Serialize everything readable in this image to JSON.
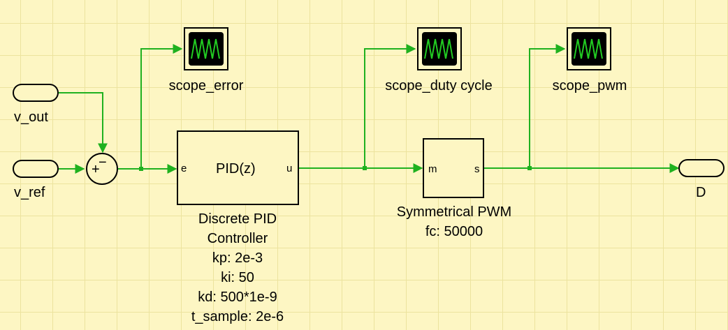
{
  "inputs": {
    "v_out": "v_out",
    "v_ref": "v_ref"
  },
  "sum": {
    "plus": "+",
    "minus": "−"
  },
  "pid": {
    "title": "PID(z)",
    "port_in": "e",
    "port_out": "u",
    "name_line1": "Discrete PID",
    "name_line2": "Controller",
    "param_kp": "kp: 2e-3",
    "param_ki": "ki: 50",
    "param_kd": "kd: 500*1e-9",
    "param_ts": "t_sample: 2e-6"
  },
  "pwm": {
    "port_in": "m",
    "port_out": "s",
    "name": "Symmetrical PWM",
    "param_fc": "fc: 50000"
  },
  "scopes": {
    "error": "scope_error",
    "duty": "scope_duty cycle",
    "pwm": "scope_pwm"
  },
  "output": {
    "D": "D"
  },
  "colors": {
    "background": "#fdf6c3",
    "grid": "#ece39e",
    "wire": "#1fb11f",
    "scope_screen": "#000000",
    "scope_trace": "#22cc22"
  }
}
